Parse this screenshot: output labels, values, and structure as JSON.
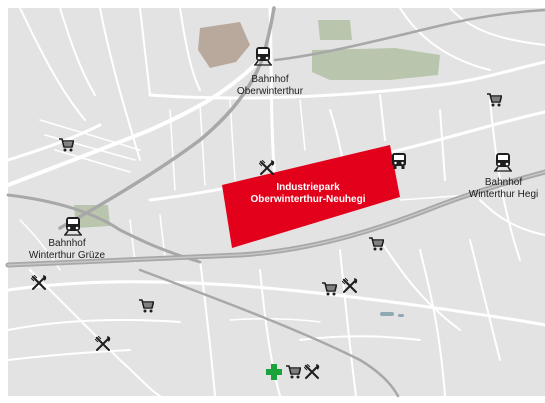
{
  "map": {
    "colors": {
      "background": "#e3e3e3",
      "streets": "#ffffff",
      "railway": "#a8a8a8",
      "industrial_park": "#e3001b",
      "green": "#b9c6ad",
      "built_area": "#b9a89c",
      "water": "#8fa9b3",
      "icons": "#1e1e1e",
      "pharmacy": "#1aa33b"
    },
    "labels": {
      "oberwinterthur_line1": "Bahnhof",
      "oberwinterthur_line2": "Oberwinterthur",
      "hegi_line1": "Bahnhof",
      "hegi_line2": "Winterthur Hegi",
      "grueze_line1": "Bahnhof",
      "grueze_line2": "Winterthur Grüze",
      "park_line1": "Industriepark",
      "park_line2": "Oberwinterthur-Neuhegi"
    },
    "icons": {
      "train": "train-icon",
      "bus": "bus-icon",
      "shop": "shopping-cart-icon",
      "restaurant": "fork-knife-icon",
      "pharmacy": "pharmacy-cross-icon"
    }
  }
}
